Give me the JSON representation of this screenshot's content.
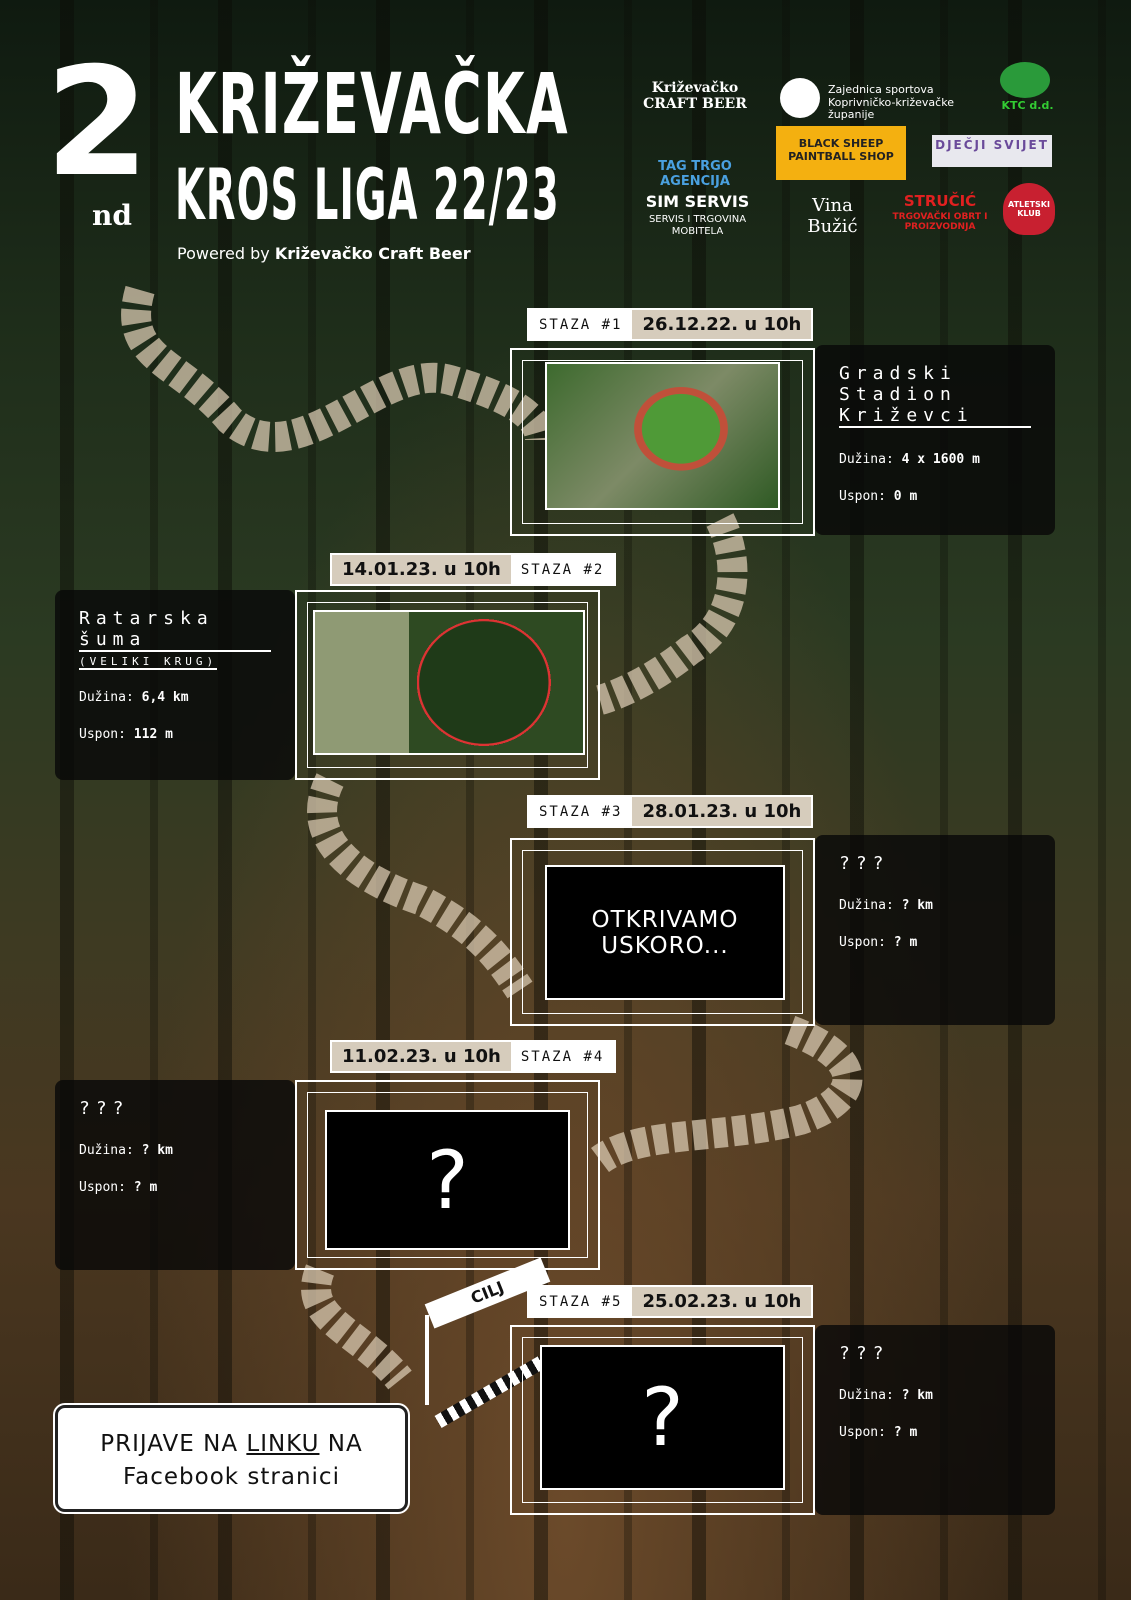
{
  "header": {
    "number": "2",
    "suffix": "nd",
    "title_line1": "KRIŽEVAČKA",
    "title_line2": "KROS LIGA 22/23",
    "powered_prefix": "Powered by",
    "powered_brand": "Križevačko Craft Beer"
  },
  "sponsors": [
    "Križevačko CRAFT BEER",
    "Zajednica sportova Koprivničko-križevačke županije",
    "KTC d.d.",
    "TAG TRGO AGENCIJA",
    "BLACK SHEEP PAINTBALL SHOP",
    "DJEČJI SVIJET",
    "SIM SERVIS",
    "SERVIS I TRGOVINA MOBITELA",
    "Vina Bužić",
    "STRUČIĆ",
    "TRGOVAČKI OBRT I PROIZVODNJA",
    "ATLETSKI KLUB"
  ],
  "stages": [
    {
      "label": "STAZA #1",
      "date": "26.12.22. u 10h",
      "name": "Gradski Stadion Križevci",
      "sub": "",
      "length_label": "Dužina:",
      "length": "4 x 1600 m",
      "climb_label": "Uspon:",
      "climb": "0 m",
      "image_text": ""
    },
    {
      "label": "STAZA #2",
      "date": "14.01.23. u 10h",
      "name": "Ratarska šuma",
      "sub": "(VELIKI KRUG)",
      "length_label": "Dužina:",
      "length": "6,4 km",
      "climb_label": "Uspon:",
      "climb": "112 m",
      "image_text": ""
    },
    {
      "label": "STAZA #3",
      "date": "28.01.23. u 10h",
      "name": "???",
      "sub": "",
      "length_label": "Dužina:",
      "length": "? km",
      "climb_label": "Uspon:",
      "climb": "? m",
      "image_text": "OTKRIVAMO USKORO..."
    },
    {
      "label": "STAZA #4",
      "date": "11.02.23. u 10h",
      "name": "???",
      "sub": "",
      "length_label": "Dužina:",
      "length": "? km",
      "climb_label": "Uspon:",
      "climb": "? m",
      "image_text": "?"
    },
    {
      "label": "STAZA #5",
      "date": "25.02.23. u 10h",
      "name": "???",
      "sub": "",
      "length_label": "Dužina:",
      "length": "? km",
      "climb_label": "Uspon:",
      "climb": "? m",
      "image_text": "?"
    }
  ],
  "finish": "CILJ",
  "registration": {
    "line1a": "PRIJAVE NA ",
    "link": "LINKU",
    "line1b": " NA",
    "line2": "Facebook stranici"
  }
}
